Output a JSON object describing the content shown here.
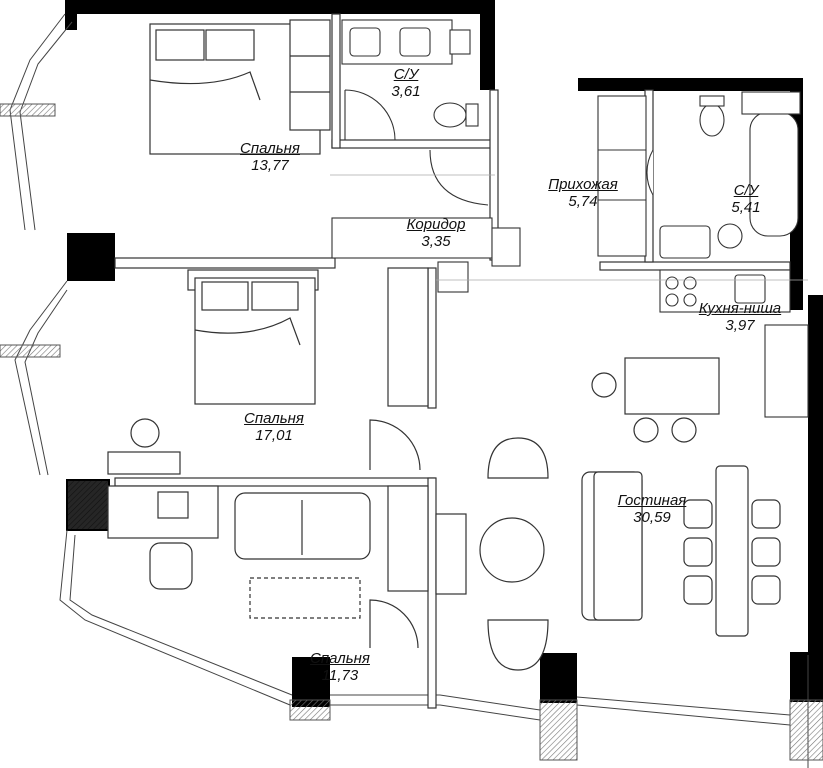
{
  "rooms": [
    {
      "name": "С/У",
      "area": "3,61"
    },
    {
      "name": "Спальня",
      "area": "13,77"
    },
    {
      "name": "Прихожая",
      "area": "5,74"
    },
    {
      "name": "С/У",
      "area": "5,41"
    },
    {
      "name": "Коридор",
      "area": "3,35"
    },
    {
      "name": "Кухня-ниша",
      "area": "3,97"
    },
    {
      "name": "Спальня",
      "area": "17,01"
    },
    {
      "name": "Гостиная",
      "area": "30,59"
    },
    {
      "name": "Спальня",
      "area": "11,73"
    }
  ],
  "colors": {
    "wall": "#000000",
    "line": "#333333",
    "hatch": "#888888"
  }
}
